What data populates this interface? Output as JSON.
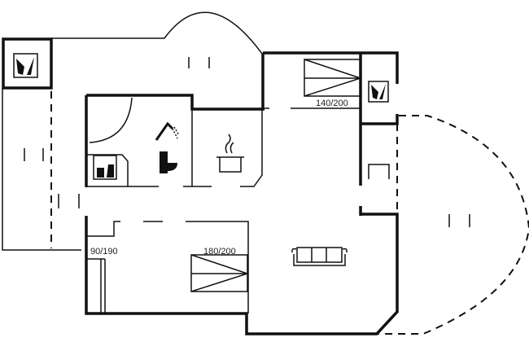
{
  "floor_plan": {
    "bed_labels": {
      "bedroom_top": "140/200",
      "bedroom_small": "90/190",
      "bedroom_bottom": "180/200"
    },
    "icons": [
      "sauna-icon",
      "sauna-icon",
      "shower-icon",
      "toilet-icon",
      "washing-icon",
      "cooking-pot-icon",
      "sofa-icon",
      "bed-icon"
    ]
  }
}
